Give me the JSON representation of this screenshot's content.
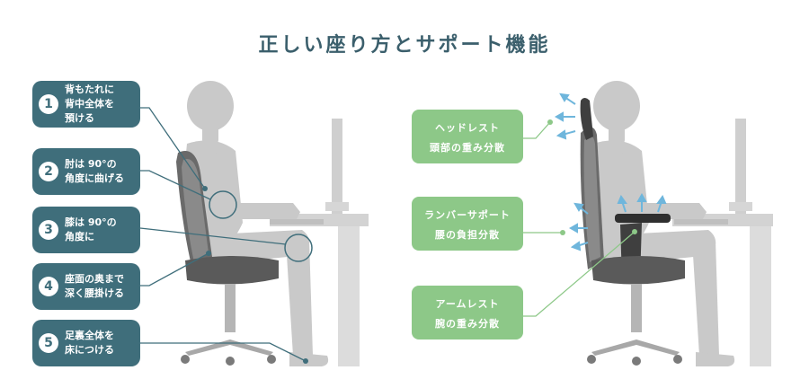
{
  "title": "正しい座り方とサポート機能",
  "colors": {
    "teal": "#3f6e7b",
    "title": "#3b5f6c",
    "green": "#8dc888",
    "figure": "#c9c9c9",
    "chair": "#5d5d5d",
    "arrow": "#6fb6dc"
  },
  "points": [
    {
      "num": "1",
      "text": "背もたれに\n背中全体を\n預ける"
    },
    {
      "num": "2",
      "text": "肘は 90°の\n角度に曲げる"
    },
    {
      "num": "3",
      "text": "膝は 90°の\n角度に"
    },
    {
      "num": "4",
      "text": "座面の奥まで\n深く腰掛ける"
    },
    {
      "num": "5",
      "text": "足裏全体を\n床につける"
    }
  ],
  "features": [
    {
      "name": "ヘッドレスト",
      "desc": "頭部の重み分散"
    },
    {
      "name": "ランバーサポート",
      "desc": "腰の負担分散"
    },
    {
      "name": "アームレスト",
      "desc": "腕の重み分散"
    }
  ]
}
